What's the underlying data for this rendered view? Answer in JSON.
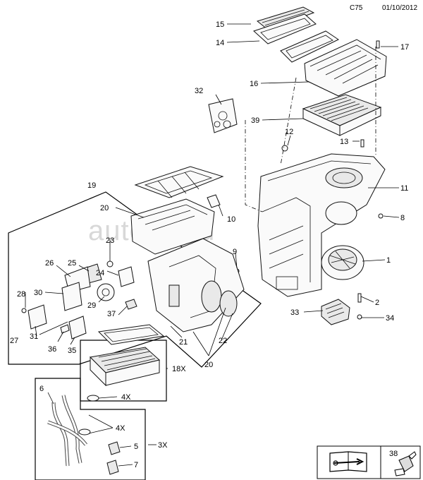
{
  "header": {
    "diagram_code": "C75",
    "date": "01/10/2012"
  },
  "watermark": "autosklad",
  "callouts": {
    "c1": "1",
    "c2": "2",
    "c3x": "3X",
    "c4x_a": "4X",
    "c4x_b": "4X",
    "c5": "5",
    "c6": "6",
    "c7": "7",
    "c8": "8",
    "c9": "9",
    "c10": "10",
    "c11": "11",
    "c12": "12",
    "c13": "13",
    "c14": "14",
    "c15": "15",
    "c16": "16",
    "c17": "17",
    "c18x": "18X",
    "c19": "19",
    "c20_a": "20",
    "c20_b": "20",
    "c21": "21",
    "c22": "22",
    "c23": "23",
    "c24": "24",
    "c25": "25",
    "c26": "26",
    "c27": "27",
    "c28": "28",
    "c29": "29",
    "c30": "30",
    "c31": "31",
    "c32": "32",
    "c33": "33",
    "c34": "34",
    "c35": "35",
    "c36": "36",
    "c37": "37",
    "c38": "38",
    "c39": "39"
  },
  "icons": {
    "manual": "manual-book-wrench-icon",
    "lubricant": "grease-tube-icon"
  }
}
